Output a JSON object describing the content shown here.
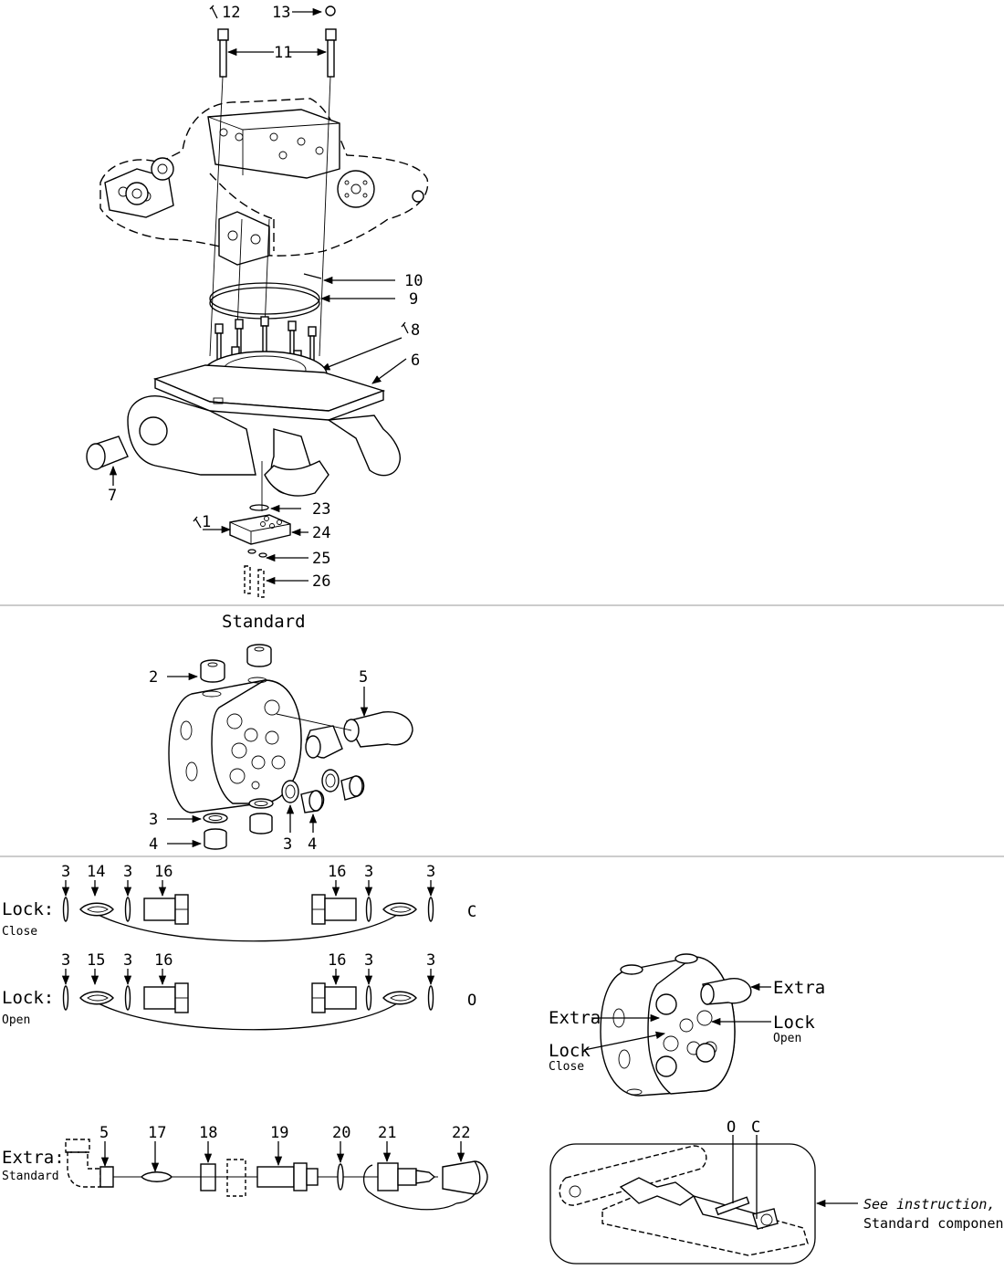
{
  "sections": {
    "standard_title": "Standard"
  },
  "callouts": {
    "top": [
      "12",
      "13",
      "11",
      "10",
      "9",
      "8",
      "6",
      "7",
      "23",
      "1",
      "24",
      "25",
      "26"
    ],
    "standard": [
      "2",
      "5",
      "3",
      "4",
      "3",
      "4"
    ]
  },
  "lock_close": {
    "label": "Lock:",
    "sub": "Close",
    "side_letter": "C",
    "left_numbers": [
      "3",
      "14",
      "3",
      "16"
    ],
    "right_numbers": [
      "16",
      "3",
      "3"
    ]
  },
  "lock_open": {
    "label": "Lock:",
    "sub": "Open",
    "side_letter": "O",
    "left_numbers": [
      "3",
      "15",
      "3",
      "16"
    ],
    "right_numbers": [
      "16",
      "3",
      "3"
    ]
  },
  "extra_row": {
    "label": "Extra:",
    "sub": "Standard",
    "numbers": [
      "5",
      "17",
      "18",
      "19",
      "20",
      "21",
      "22"
    ]
  },
  "port_view": {
    "extra_top": "Extra",
    "extra_left": "Extra",
    "lock_right": "Lock",
    "lock_right_sub": "Open",
    "lock_left": "Lock",
    "lock_left_sub": "Close"
  },
  "detail_view": {
    "letter_o": "O",
    "letter_c": "C",
    "note_line1": "See instruction,",
    "note_line2": "Standard components"
  }
}
